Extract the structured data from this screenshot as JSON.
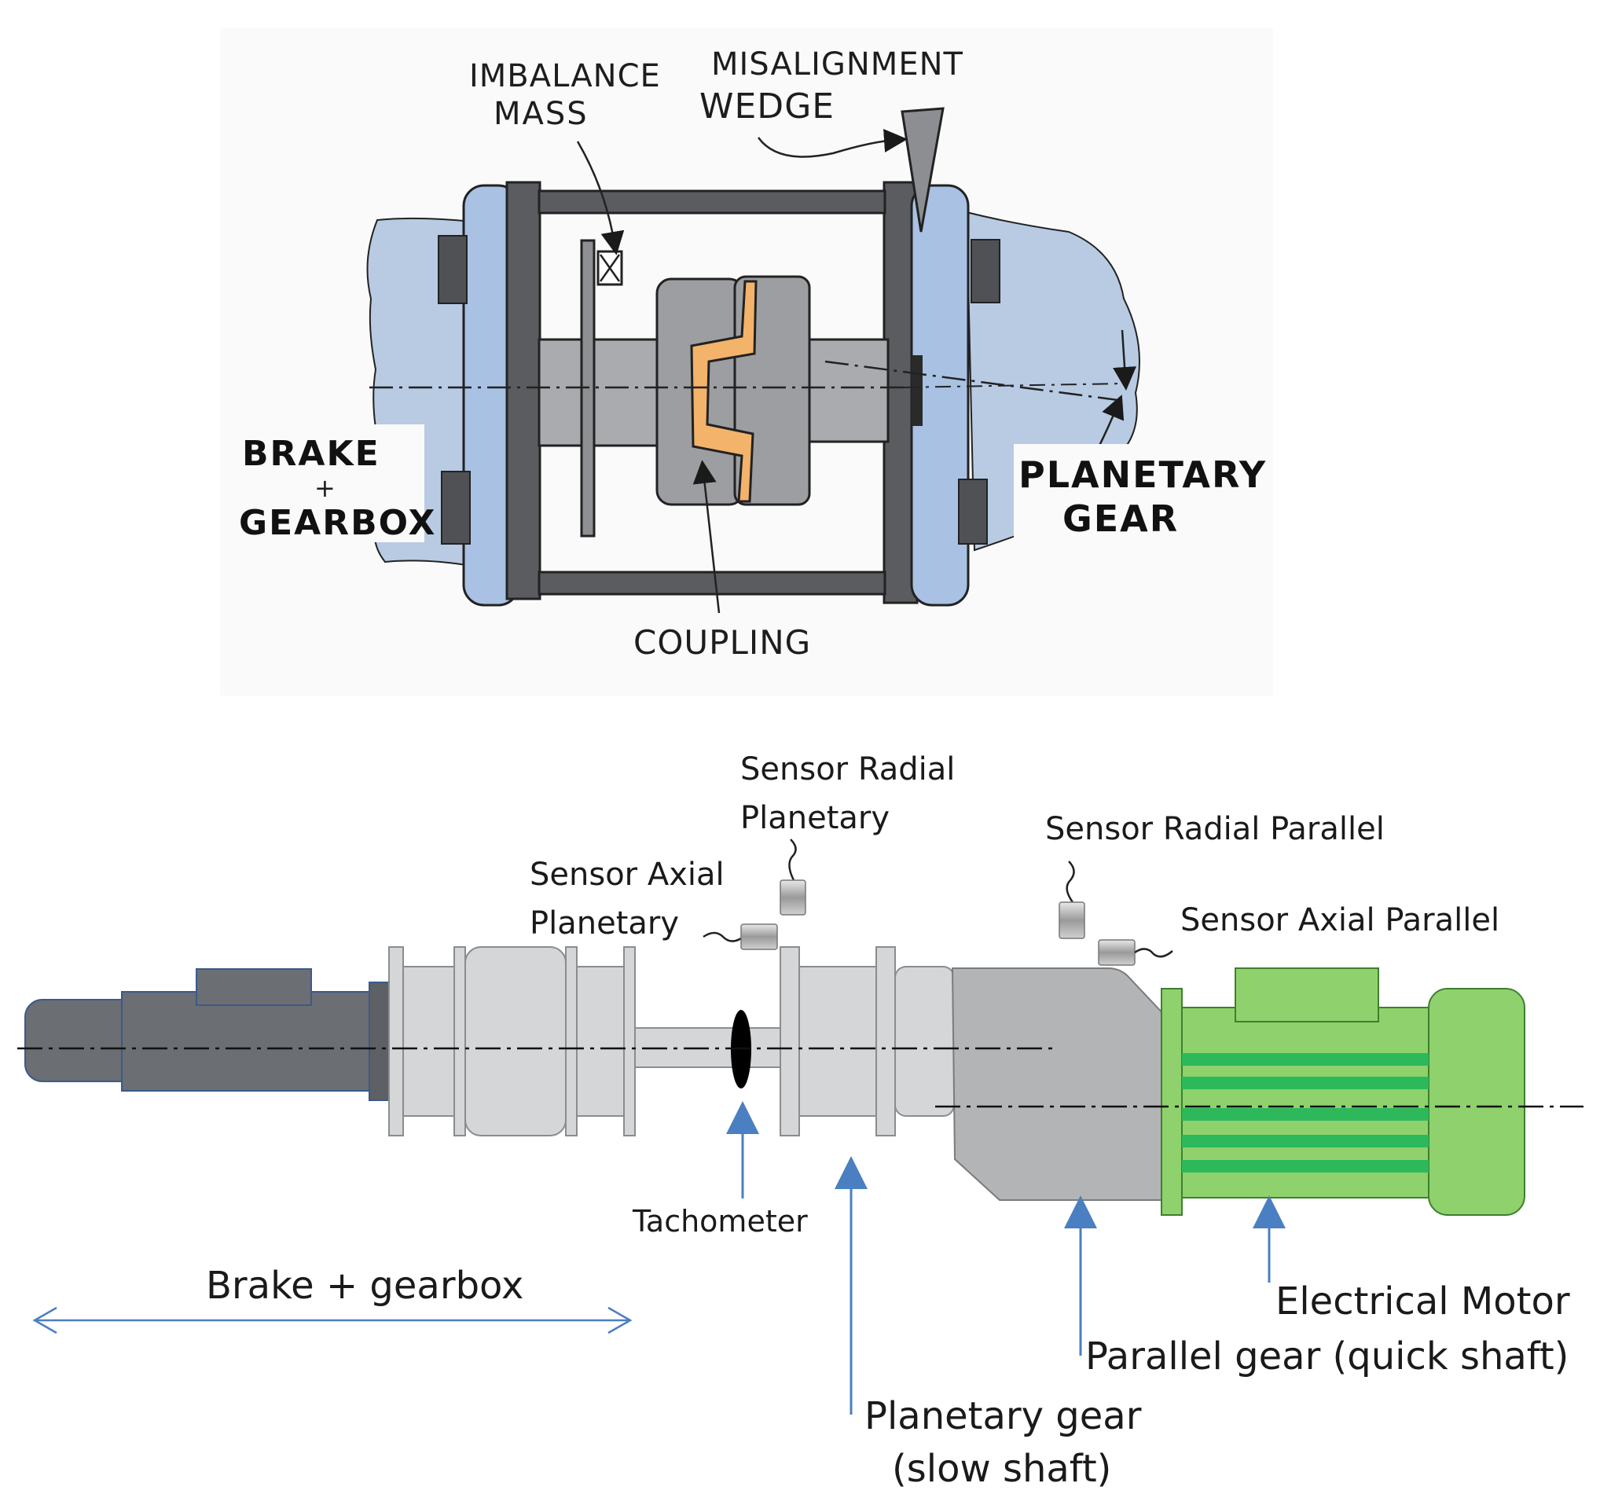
{
  "sketch": {
    "labels": {
      "imbalance_line1": "IMBALANCE",
      "imbalance_line2": "MASS",
      "misalignment_line1": "MISALIGNMENT",
      "misalignment_line2": "WEDGE",
      "brake_line1": "BRAKE",
      "brake_plus": "+",
      "brake_line2": "GEARBOX",
      "planetary_line1": "PLANETARY",
      "planetary_line2": "GEAR",
      "coupling": "COUPLING"
    },
    "colors": {
      "housing_blue": "#b8cbe3",
      "flange_blue": "#a9c1e3",
      "plate_dark": "#5a5c60",
      "shaft_grey": "#a9abae",
      "coupling_grey": "#9c9ea1",
      "coupling_orange": "#f3b36b"
    }
  },
  "schematic": {
    "labels": {
      "sensor_radial_planetary_1": "Sensor Radial",
      "sensor_radial_planetary_2": "Planetary",
      "sensor_axial_planetary_1": "Sensor Axial",
      "sensor_axial_planetary_2": "Planetary",
      "sensor_radial_parallel": "Sensor Radial Parallel",
      "sensor_axial_parallel": "Sensor Axial Parallel",
      "tachometer": "Tachometer",
      "brake_gearbox": "Brake + gearbox",
      "electrical_motor": "Electrical Motor",
      "parallel_gear": "Parallel gear  (quick shaft)",
      "planetary_gear_1": "Planetary gear",
      "planetary_gear_2": "(slow shaft)"
    },
    "colors": {
      "brake_dark": "#6b6e72",
      "gearbox_light": "#d4d6d8",
      "parallel_grey": "#b3b4b5",
      "motor_green": "#8fd16c",
      "motor_stripe": "#2db85c",
      "arrow_blue": "#4a7fc1"
    }
  }
}
